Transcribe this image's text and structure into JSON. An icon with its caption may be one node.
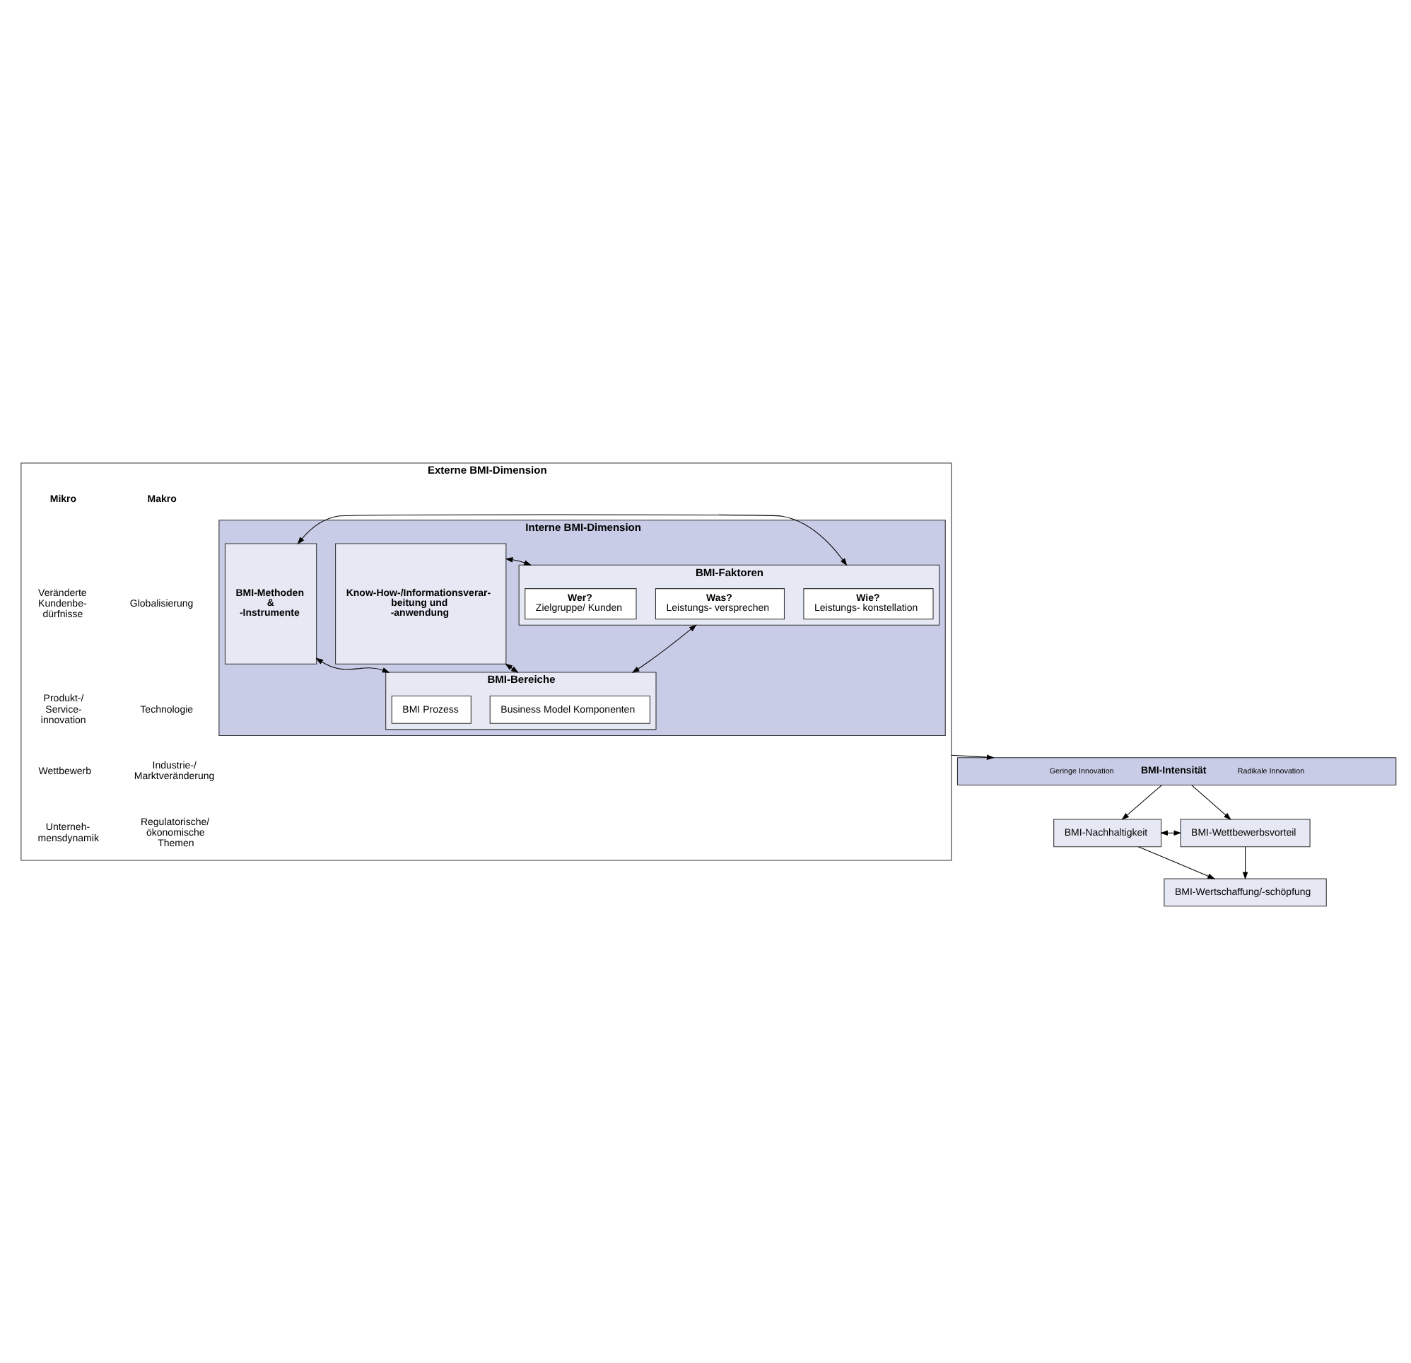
{
  "diagram": {
    "nodes": [
      {
        "text": [
          "Externe BMI-Dimension"
        ]
      },
      {
        "text": [
          "Interne BMI-Dimension"
        ],
        "in": 0
      },
      {
        "text": [
          "Know-How-/Informationsverar- beitung und -anwendung"
        ],
        "in": 1
      },
      {
        "text": [
          "BMI-Faktoren"
        ],
        "in": 1
      },
      {
        "text": [
          "Wer?",
          "Zielgruppe/ Kunden"
        ],
        "in": 3
      },
      {
        "text": [
          "Was?",
          "Leistungs- versprechen"
        ],
        "in": 3
      },
      {
        "text": [
          "Wie?",
          "Leistungs- konstellation"
        ],
        "in": 3
      },
      {
        "text": [
          "BMI-Bereiche"
        ],
        "in": 1
      },
      {
        "text": [
          "Business Model Komponenten"
        ],
        "in": 7
      },
      {
        "text": [
          "BMI Prozess"
        ],
        "in": 7
      },
      {
        "text": [
          "BMI-Methoden & -Instrumente"
        ],
        "in": 1
      },
      {
        "text": [
          "Geringe Innovation",
          "BMI-Intensität",
          "Radikale Innovation"
        ]
      },
      {
        "text": [
          "BMI-Nachhaltigkeit"
        ]
      },
      {
        "text": [
          "BMI-Wettbewerbsvorteil"
        ]
      },
      {
        "text": [
          "BMI-Wertschaffung/-schöpfung"
        ]
      }
    ],
    "edges": [
      {
        "from": 2,
        "to": 3,
        "arrow": "both"
      },
      {
        "from": 3,
        "to": 10,
        "arrow": "both"
      },
      {
        "from": 3,
        "to": 7,
        "arrow": "both"
      },
      {
        "from": 2,
        "to": 7,
        "arrow": "both"
      },
      {
        "from": 7,
        "to": 10,
        "arrow": "both"
      },
      {
        "from": 0,
        "to": 11,
        "arrow": "to"
      },
      {
        "from": 11,
        "to": 12,
        "arrow": "to"
      },
      {
        "from": 11,
        "to": 13,
        "arrow": "to"
      },
      {
        "from": 12,
        "to": 13,
        "arrow": "both"
      },
      {
        "from": 12,
        "to": 14,
        "arrow": "to"
      },
      {
        "from": 13,
        "to": 14,
        "arrow": "to"
      }
    ],
    "labels": [
      "Makro",
      "Mikro",
      "Globalisierung",
      "Veränderte Kundenbe- dürfnisse",
      "Technologie",
      "Produkt-/ Service- innovation",
      "Industrie-/ Marktveränderung",
      "Wettbewerb",
      "Regulatorische/ ökonomische Themen",
      "Unterneh- mensdynamik"
    ]
  }
}
